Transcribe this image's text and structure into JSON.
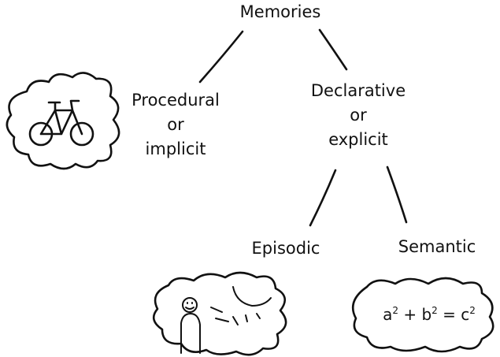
{
  "root": {
    "label": "Memories"
  },
  "procedural": {
    "line1": "Procedural",
    "line2": "or",
    "line3": "implicit"
  },
  "declarative": {
    "line1": "Declarative",
    "line2": "or",
    "line3": "explicit"
  },
  "episodic": {
    "label": "Episodic"
  },
  "semantic": {
    "label": "Semantic"
  },
  "formula": {
    "a": "a",
    "plus": "+",
    "b": "b",
    "equals": "=",
    "c": "c",
    "exponent": "2"
  },
  "icons": {
    "procedural": "bicycle-icon",
    "episodic": "person-memory-icon",
    "semantic": "formula-cloud"
  },
  "colors": {
    "ink": "#111111",
    "background": "#ffffff"
  }
}
